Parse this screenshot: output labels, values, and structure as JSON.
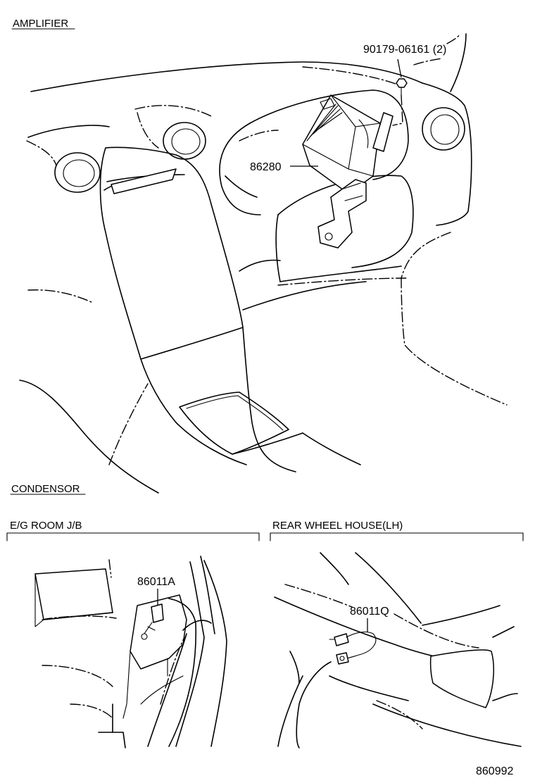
{
  "sections": {
    "amplifier": "AMPLIFIER",
    "condensor": "CONDENSOR",
    "eg_room_jb": "E/G ROOM J/B",
    "rear_wheel_house": "REAR WHEEL HOUSE(LH)"
  },
  "parts": {
    "bolt": "90179-06161 (2)",
    "amplifier": "86280",
    "condensor_a": "86011A",
    "condensor_q": "86011Q"
  },
  "illustration_id": "860992"
}
